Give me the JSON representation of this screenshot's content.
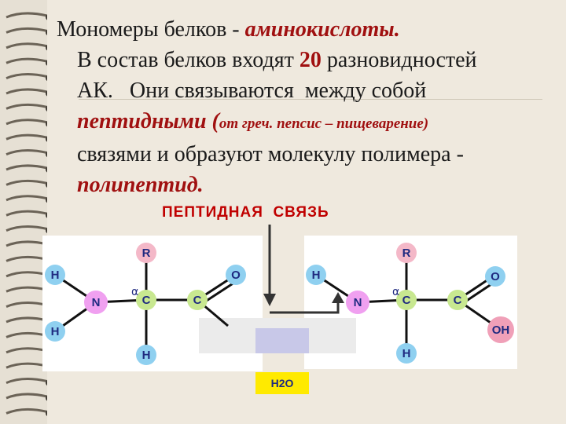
{
  "slide": {
    "line1_prefix": "Мономеры белков - ",
    "line1_term": "аминокислоты.",
    "line2_prefix": "В состав белков входят ",
    "line2_number": "20",
    "line2_suffix": " разновидностей",
    "line3": "АК.   Они связываются  между собой",
    "line4_term": "пептидными (",
    "line4_note": "от греч. пепсис – пищеварение)",
    "line5": "связями и образуют молекулу полимера -",
    "line6_term": "полипептид."
  },
  "diagram": {
    "title": "ПЕПТИДНАЯ  СВЯЗЬ",
    "water_label": "H2O",
    "alpha_symbol": "α",
    "molecule_left": {
      "atoms": [
        {
          "label": "R",
          "color": "#f4b8c8"
        },
        {
          "label": "H",
          "color": "#8fd0f0"
        },
        {
          "label": "O",
          "color": "#8fd0f0"
        },
        {
          "label": "N",
          "color": "#f0a0f0"
        },
        {
          "label": "C",
          "color": "#c8e890"
        },
        {
          "label": "C",
          "color": "#c8e890"
        },
        {
          "label": "H",
          "color": "#8fd0f0"
        },
        {
          "label": "H",
          "color": "#8fd0f0"
        }
      ]
    },
    "molecule_right": {
      "atoms": [
        {
          "label": "R",
          "color": "#f4b8c8"
        },
        {
          "label": "H",
          "color": "#8fd0f0"
        },
        {
          "label": "O",
          "color": "#8fd0f0"
        },
        {
          "label": "N",
          "color": "#f0a0f0"
        },
        {
          "label": "C",
          "color": "#c8e890"
        },
        {
          "label": "C",
          "color": "#c8e890"
        },
        {
          "label": "OH",
          "color": "#f0a0b8"
        },
        {
          "label": "H",
          "color": "#8fd0f0"
        }
      ]
    }
  },
  "colors": {
    "background": "#efe9de",
    "accent_red": "#a01010",
    "title_red": "#c00000",
    "panel": "#ffffff",
    "water_box": "#ffea00",
    "text_dark": "#1f2a80"
  }
}
